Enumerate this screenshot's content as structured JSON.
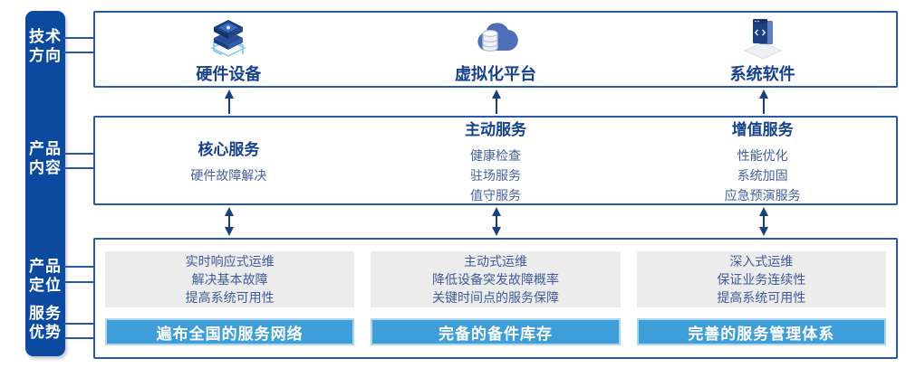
{
  "sidebar": {
    "items": [
      {
        "label": "技术\n方向"
      },
      {
        "label": "产品\n内容"
      },
      {
        "label": "产品\n定位"
      },
      {
        "label": "服务\n优势"
      }
    ]
  },
  "tech_row": {
    "items": [
      {
        "icon": "server-stack-icon",
        "label": "硬件设备"
      },
      {
        "icon": "cloud-database-icon",
        "label": "虚拟化平台"
      },
      {
        "icon": "software-window-icon",
        "label": "系统软件"
      }
    ]
  },
  "services_row": {
    "columns": [
      {
        "title": "核心服务",
        "items": [
          "硬件故障解决"
        ]
      },
      {
        "title": "主动服务",
        "items": [
          "健康检查",
          "驻场服务",
          "值守服务"
        ]
      },
      {
        "title": "增值服务",
        "items": [
          "性能优化",
          "系统加固",
          "应急预演服务"
        ]
      }
    ]
  },
  "positioning_row": {
    "columns": [
      {
        "lines": [
          "实时响应式运维",
          "解决基本故障",
          "提高系统可用性"
        ],
        "advantage": "遍布全国的服务网络"
      },
      {
        "lines": [
          "主动式运维",
          "降低设备突发故障概率",
          "关键时间点的服务保障"
        ],
        "advantage": "完备的备件库存"
      },
      {
        "lines": [
          "深入式运维",
          "保证业务连续性",
          "提高系统可用性"
        ],
        "advantage": "完善的服务管理体系"
      }
    ]
  },
  "colors": {
    "sidebar_bg": "#0b4a9e",
    "box_border": "#2659a8",
    "title_text": "#16418c",
    "body_text": "#44609f",
    "advantage_bar_bg": "#3f9ed8",
    "advantage_bar_border": "#aed6ef",
    "gray_box_bg": "#ececec",
    "arrow": "#16407e"
  }
}
